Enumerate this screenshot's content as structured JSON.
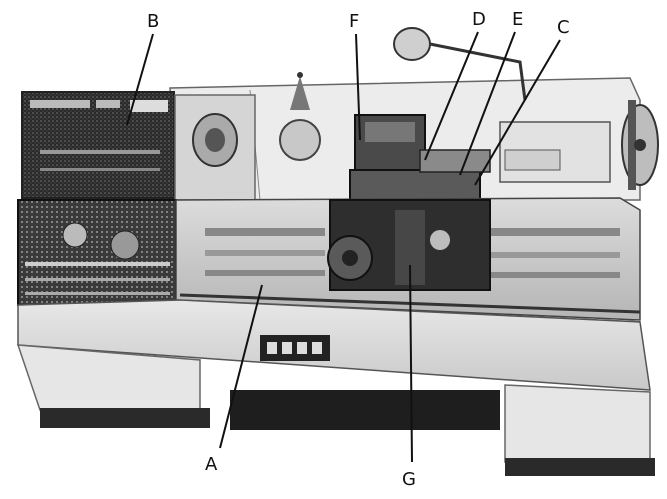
{
  "figure": {
    "subject": "lathe"
  },
  "callouts": [
    {
      "id": "A",
      "text": "A"
    },
    {
      "id": "B",
      "text": "B"
    },
    {
      "id": "C",
      "text": "C"
    },
    {
      "id": "D",
      "text": "D"
    },
    {
      "id": "E",
      "text": "E"
    },
    {
      "id": "F",
      "text": "F"
    },
    {
      "id": "G",
      "text": "G"
    }
  ],
  "machine_plate": {
    "text": ""
  }
}
